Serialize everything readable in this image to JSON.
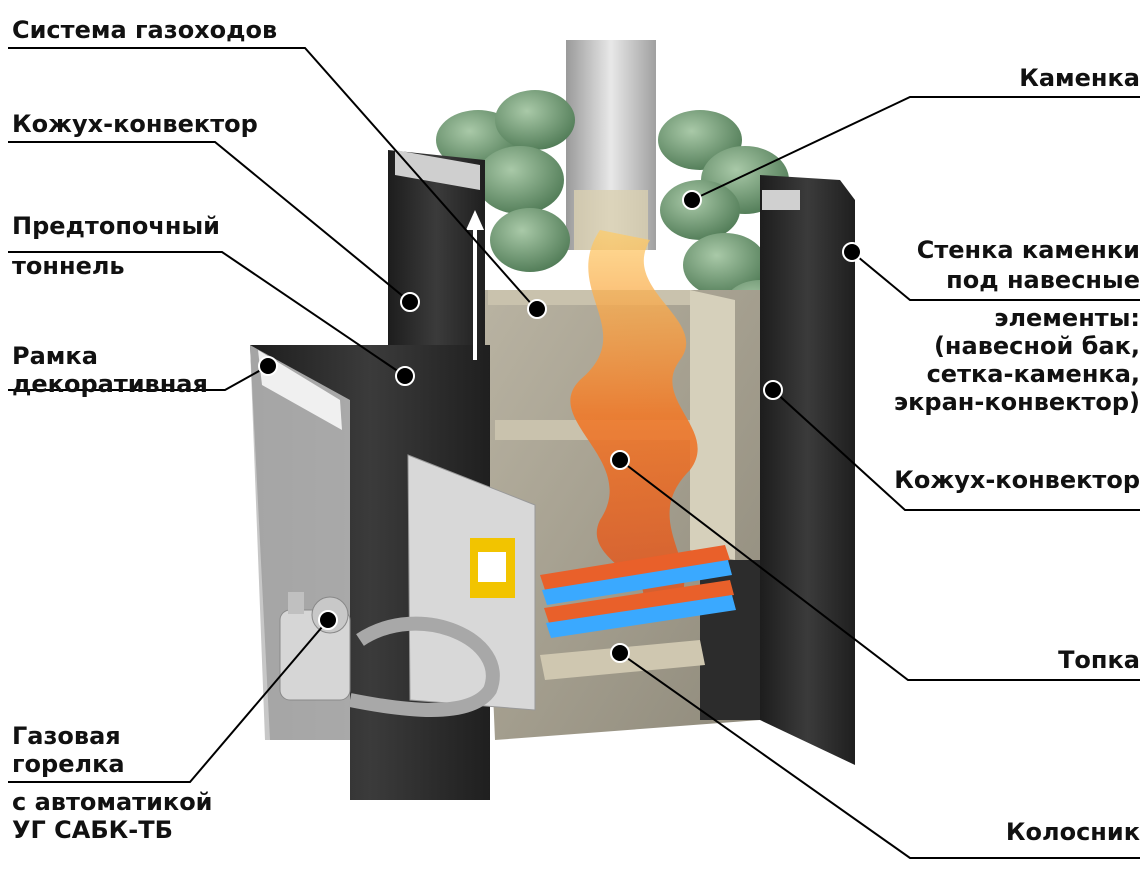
{
  "labels": {
    "flue_system": "Система газоходов",
    "casing_convector_left": "Кожух-конвектор",
    "pre_fire_tunnel_1": "Предтопочный",
    "pre_fire_tunnel_2": "тоннель",
    "frame_1": "Рамка",
    "frame_2": "декоративная",
    "burner_1": "Газовая",
    "burner_2": "горелка",
    "burner_3": "с автоматикой",
    "burner_4": "УГ САБК-ТБ",
    "heater_stones": "Каменка",
    "wall_1": "Стенка каменки",
    "wall_2": "под навесные",
    "wall_3": "элементы:",
    "wall_4": "(навесной бак,",
    "wall_5": "сетка-каменка,",
    "wall_6": "экран-конвектор)",
    "casing_convector_right": "Кожух-конвектор",
    "firebox": "Топка",
    "grate": "Колосник"
  },
  "colors": {
    "stove_body": "#2a2a2a",
    "stone": "#6f9a72",
    "flame": "#f07a2a",
    "burner_flame": "#3aa9ff",
    "accent_yellow": "#f2c400",
    "leader": "#000000"
  }
}
